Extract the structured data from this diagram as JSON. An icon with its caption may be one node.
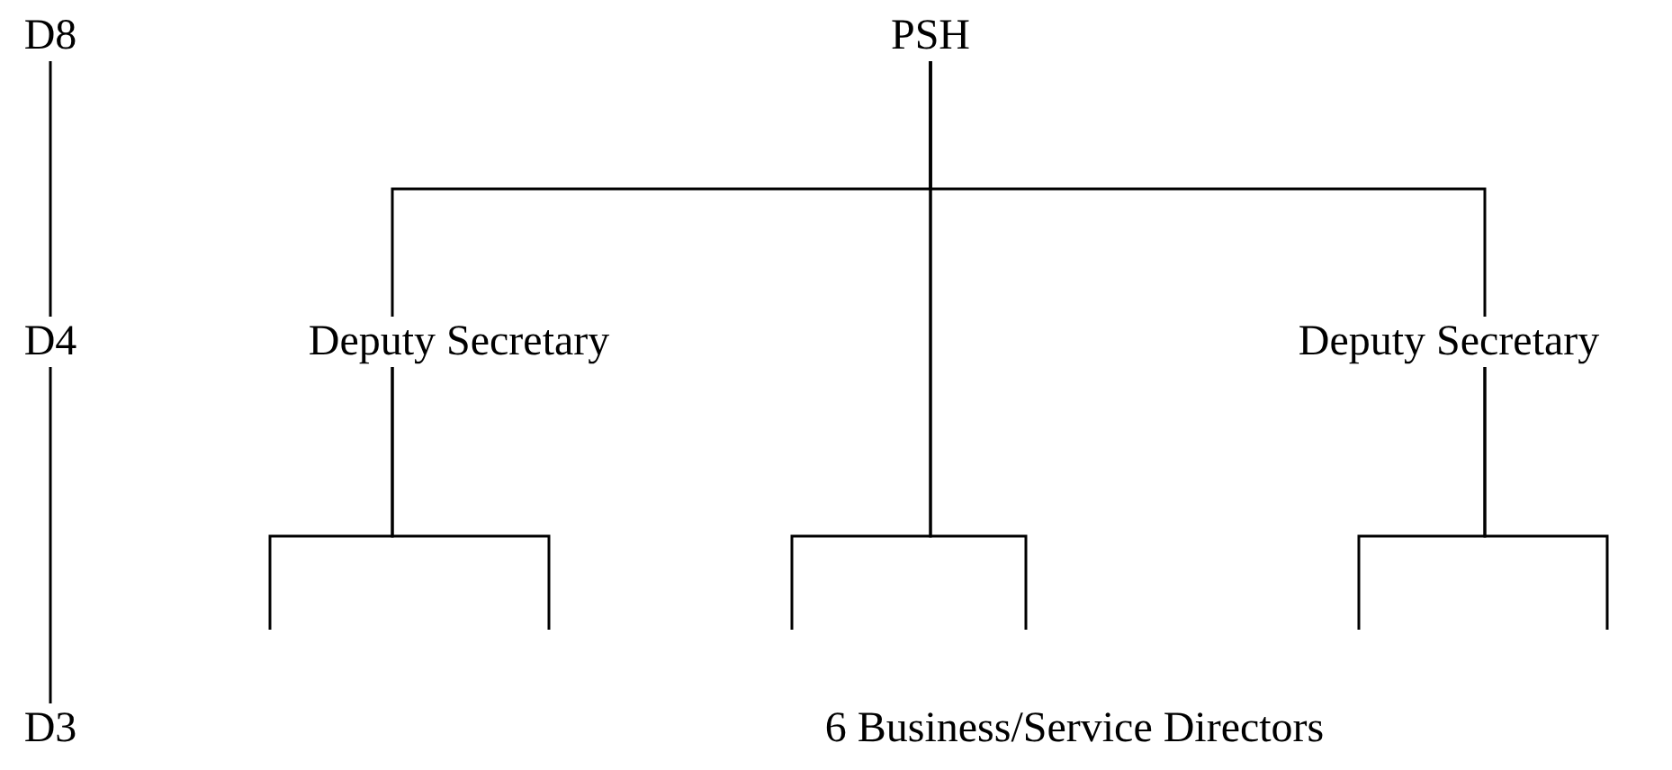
{
  "diagram": {
    "nodes": [
      {
        "text": [
          "D8"
        ]
      },
      {
        "text": [
          "PSH"
        ]
      },
      {
        "text": [
          "D4"
        ]
      },
      {
        "text": [
          "Deputy Secretary"
        ]
      },
      {
        "text": [
          "Deputy Secretary"
        ]
      },
      {
        "text": [
          "D3"
        ]
      },
      {
        "text": [
          "6 Business/Service Directors"
        ]
      }
    ],
    "edges": [
      {
        "from": 0,
        "to": 2,
        "arrow": "none"
      },
      {
        "from": 2,
        "to": 5,
        "arrow": "none"
      },
      {
        "from": 1,
        "to": 3,
        "arrow": "none"
      },
      {
        "from": 1,
        "to": 4,
        "arrow": "none"
      },
      {
        "from": 1,
        "to": null,
        "arrow": "none"
      },
      {
        "from": 1,
        "to": null,
        "arrow": "none"
      },
      {
        "from": 3,
        "to": null,
        "arrow": "none"
      },
      {
        "from": 3,
        "to": null,
        "arrow": "none"
      },
      {
        "from": 4,
        "to": null,
        "arrow": "none"
      },
      {
        "from": 4,
        "to": null,
        "arrow": "none"
      }
    ]
  }
}
